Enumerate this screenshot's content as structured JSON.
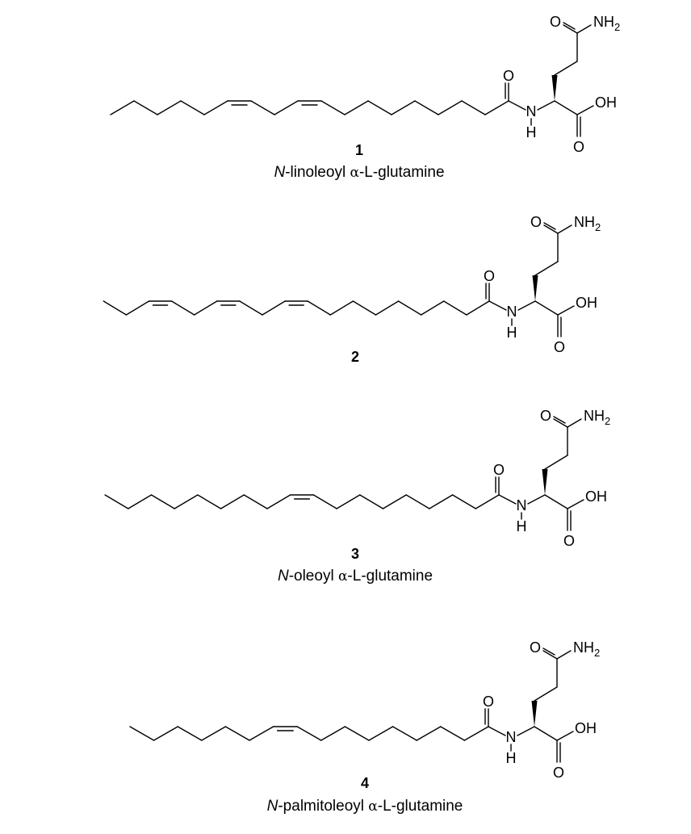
{
  "atoms": {
    "O": "O",
    "N": "N",
    "H": "H",
    "NH": "NH",
    "NH2_sub": "2",
    "OH": "OH"
  },
  "compounds": [
    {
      "number": "1",
      "name_prefix": "N",
      "name_rest": "-linoleoyl ",
      "name_alpha": "α",
      "name_suffix": "-L-glutamine",
      "chain_carbons": 18,
      "double_bonds": [
        9,
        12
      ]
    },
    {
      "number": "2",
      "chain_carbons": 18,
      "double_bonds": [
        9,
        12,
        15
      ]
    },
    {
      "number": "3",
      "name_prefix": "N",
      "name_rest": "-oleoyl ",
      "name_alpha": "α",
      "name_suffix": "-L-glutamine",
      "chain_carbons": 18,
      "double_bonds": [
        9
      ]
    },
    {
      "number": "4",
      "name_prefix": "N",
      "name_rest": "-palmitoleoyl ",
      "name_alpha": "α",
      "name_suffix": "-L-glutamine",
      "chain_carbons": 16,
      "double_bonds": [
        9
      ]
    }
  ]
}
